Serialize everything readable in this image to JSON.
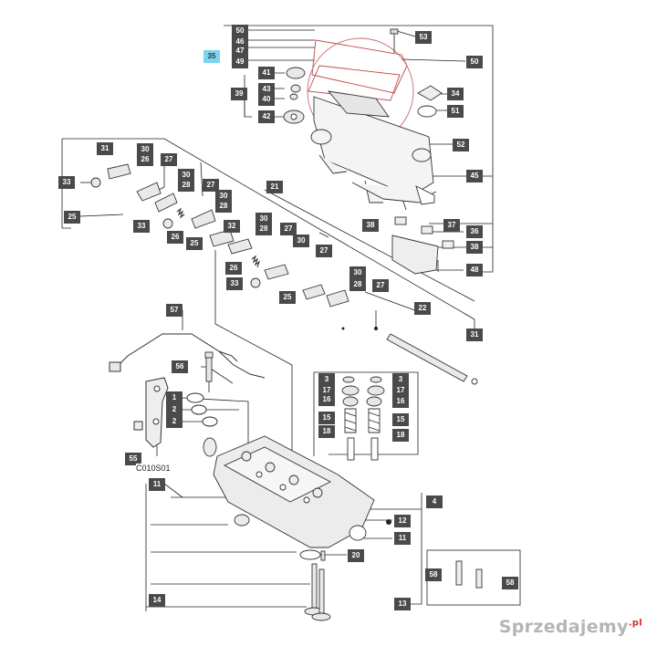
{
  "drawing_code": "C010S01",
  "watermark": {
    "brand": "Sprzedajemy",
    "tld": ".pl"
  },
  "callouts": {
    "c50a": "50",
    "c46": "46",
    "c47": "47",
    "c35": "35",
    "c49": "49",
    "c53": "53",
    "c50b": "50",
    "c41": "41",
    "c43": "43",
    "c40": "40",
    "c39": "39",
    "c42": "42",
    "c34": "34",
    "c51": "51",
    "c52": "52",
    "c45": "45",
    "c31a": "31",
    "c30a": "30",
    "c26a": "26",
    "c27a": "27",
    "c33a": "33",
    "c30b": "30",
    "c28a": "28",
    "c27b": "27",
    "c30c": "30",
    "c28b": "28",
    "c21": "21",
    "c25a": "25",
    "c33b": "33",
    "c26b": "26",
    "c25b": "25",
    "c32": "32",
    "c30d": "30",
    "c28c": "28",
    "c27c": "27",
    "c30e": "30",
    "c26c": "26",
    "c27d": "27",
    "c38a": "38",
    "c37": "37",
    "c36": "36",
    "c38b": "38",
    "c48": "48",
    "c33c": "33",
    "c25c": "25",
    "c30f": "30",
    "c28d": "28",
    "c27e": "27",
    "c22": "22",
    "c57": "57",
    "c31b": "31",
    "c56": "56",
    "c3a": "3",
    "c17a": "17",
    "c16a": "16",
    "c3b": "3",
    "c17b": "17",
    "c16b": "16",
    "c15a": "15",
    "c15b": "15",
    "c18a": "18",
    "c18b": "18",
    "c1": "1",
    "c2a": "2",
    "c2b": "2",
    "c55": "55",
    "c11a": "11",
    "c4": "4",
    "c12": "12",
    "c11b": "11",
    "c20": "20",
    "c58a": "58",
    "c58b": "58",
    "c14": "14",
    "c13": "13"
  }
}
